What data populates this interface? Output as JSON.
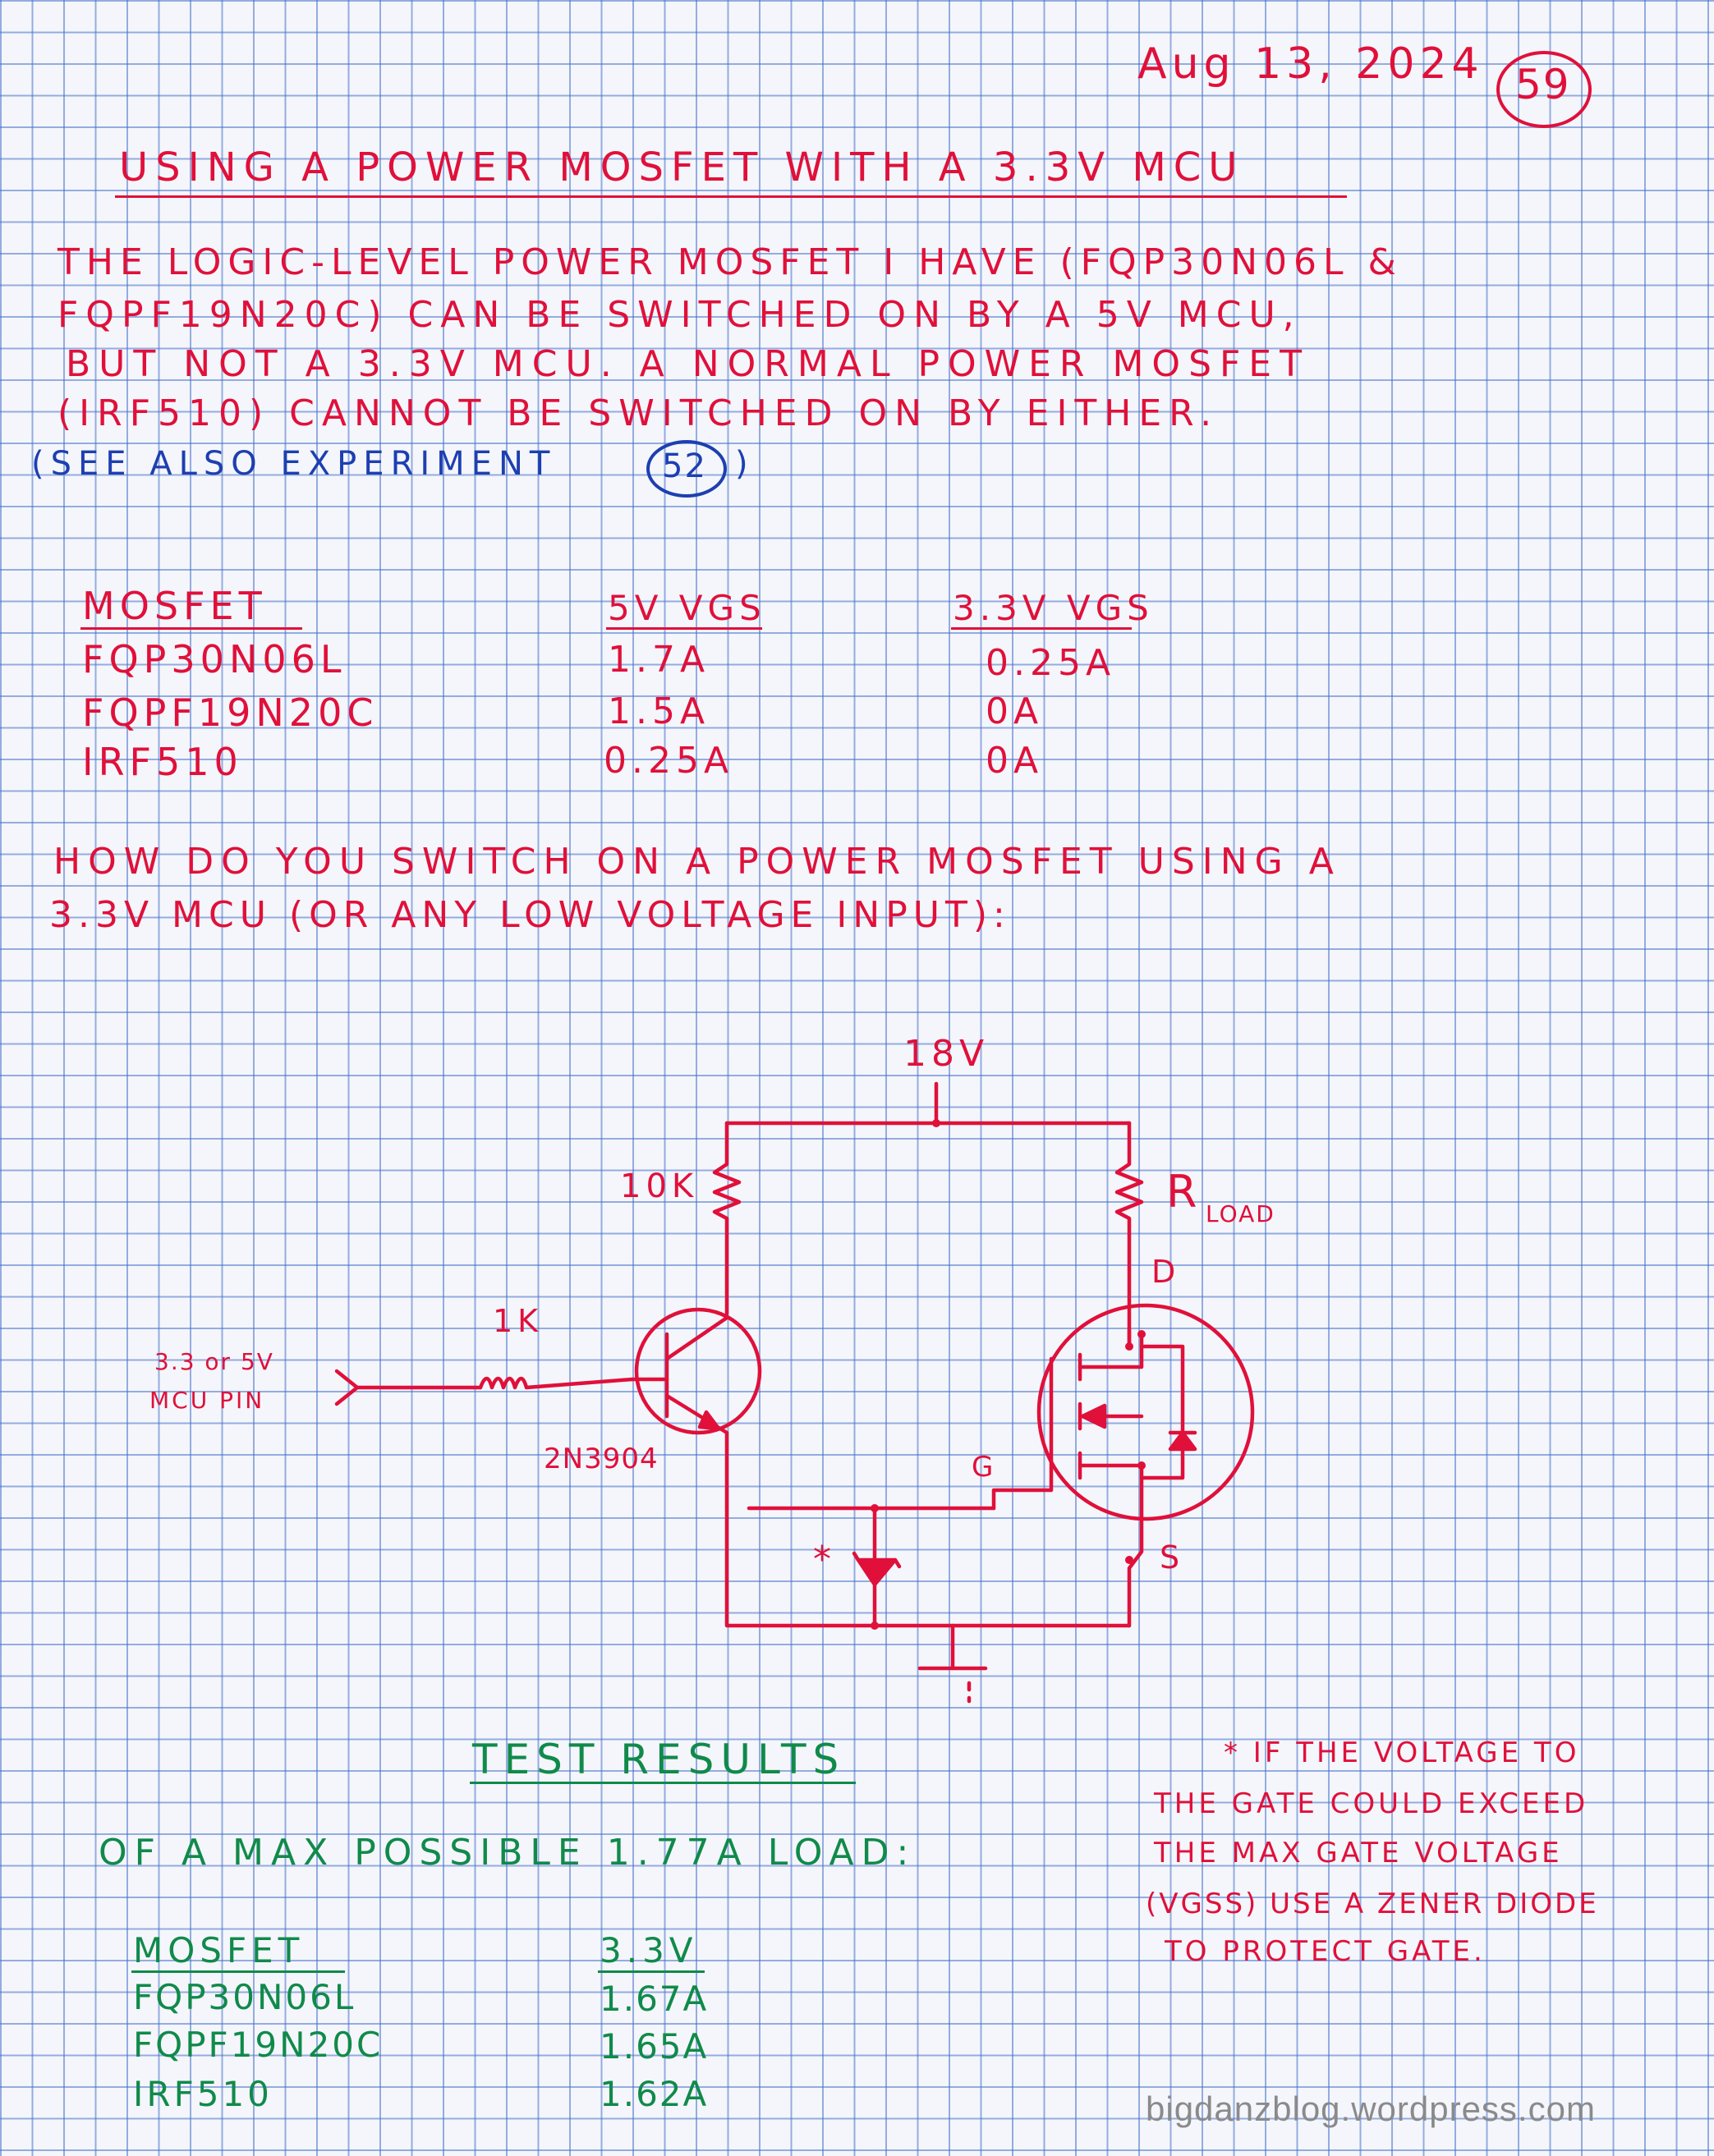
{
  "header": {
    "date": "Aug 13, 2024",
    "page_number": "59",
    "title": "USING A POWER MOSFET WITH A 3.3V MCU"
  },
  "intro": {
    "lines": [
      "THE LOGIC-LEVEL POWER MOSFET I HAVE (FQP30N06L &",
      "FQPF19N20C) CAN BE SWITCHED ON BY A 5V MCU,",
      "BUT NOT A 3.3V MCU. A NORMAL POWER MOSFET",
      "(IRF510) CANNOT BE SWITCHED ON BY EITHER."
    ],
    "see_also_prefix": "(SEE ALSO EXPERIMENT",
    "see_also_number": "52",
    "see_also_suffix": ")"
  },
  "table1": {
    "headers": [
      "MOSFET",
      "5V VGS",
      "3.3V VGS"
    ],
    "rows": [
      [
        "FQP30N06L",
        "1.7A",
        "0.25A"
      ],
      [
        "FQPF19N20C",
        "1.5A",
        "0A"
      ],
      [
        "IRF510",
        "0.25A",
        "0A"
      ]
    ]
  },
  "question": {
    "lines": [
      "HOW DO YOU SWITCH ON A POWER MOSFET USING A",
      "3.3V MCU (OR ANY LOW VOLTAGE INPUT):"
    ]
  },
  "circuit": {
    "supply": "18V",
    "r_collector": "10K",
    "r_load": "R",
    "r_load_sub": "LOAD",
    "r_base": "1K",
    "input_label_1": "3.3 or 5V",
    "input_label_2": "MCU PIN",
    "transistor": "2N3904",
    "drain": "D",
    "gate": "G",
    "source": "S",
    "zener_mark": "*"
  },
  "results": {
    "title": "TEST RESULTS",
    "subtitle": "OF A MAX POSSIBLE 1.77A LOAD:",
    "headers": [
      "MOSFET",
      "3.3V"
    ],
    "rows": [
      [
        "FQP30N06L",
        "1.67A"
      ],
      [
        "FQPF19N20C",
        "1.65A"
      ],
      [
        "IRF510",
        "1.62A"
      ]
    ]
  },
  "note": {
    "lines": [
      "* IF THE VOLTAGE TO",
      "THE GATE COULD EXCEED",
      "THE MAX GATE VOLTAGE",
      "(VGSS) USE A ZENER DIODE",
      "TO PROTECT GATE."
    ]
  },
  "watermark": "bigdanzblog.wordpress.com",
  "colors": {
    "red_ink": "#e0103a",
    "blue_ink": "#1d3fb0",
    "green_ink": "#108a4a",
    "grid": "#466ec8"
  }
}
